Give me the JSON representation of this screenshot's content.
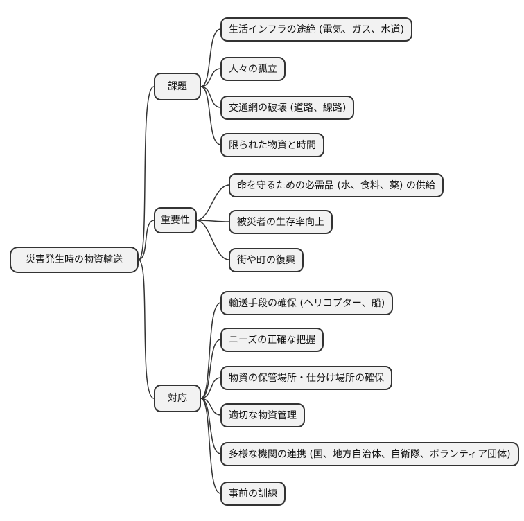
{
  "diagram": {
    "type": "mindmap",
    "root": {
      "label": "災害発生時の物資輸送"
    },
    "branches": [
      {
        "label": "課題",
        "children": [
          {
            "label": "生活インフラの途絶 (電気、ガス、水道)"
          },
          {
            "label": "人々の孤立"
          },
          {
            "label": "交通網の破壊 (道路、線路)"
          },
          {
            "label": "限られた物資と時間"
          }
        ]
      },
      {
        "label": "重要性",
        "children": [
          {
            "label": "命を守るための必需品 (水、食料、薬) の供給"
          },
          {
            "label": "被災者の生存率向上"
          },
          {
            "label": "街や町の復興"
          }
        ]
      },
      {
        "label": "対応",
        "children": [
          {
            "label": "輸送手段の確保 (ヘリコプター、船)"
          },
          {
            "label": "ニーズの正確な把握"
          },
          {
            "label": "物資の保管場所・仕分け場所の確保"
          },
          {
            "label": "適切な物資管理"
          },
          {
            "label": "多様な機関の連携 (国、地方自治体、自衛隊、ボランティア団体)"
          },
          {
            "label": "事前の訓練"
          }
        ]
      }
    ],
    "colors": {
      "background": "#ffffff",
      "node_fill": "#f2f2f2",
      "node_border": "#333333",
      "edge": "#333333",
      "text": "#111111"
    }
  }
}
